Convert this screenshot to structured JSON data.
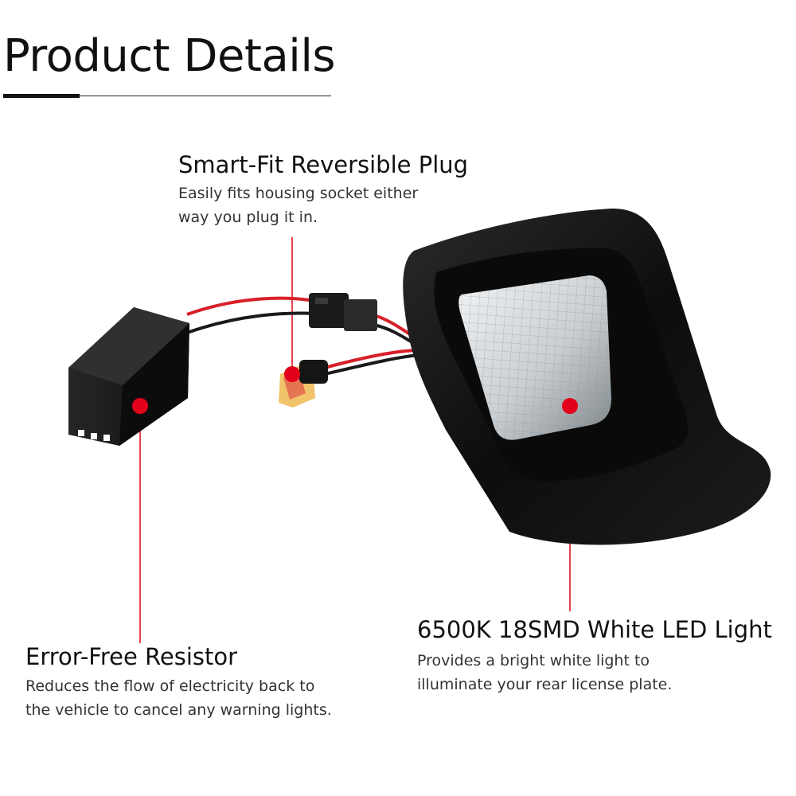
{
  "header": {
    "title": "Product Details"
  },
  "callouts": {
    "plug": {
      "title": "Smart-Fit Reversible Plug",
      "description_lines": [
        "Easily fits housing socket either",
        "way you plug it in."
      ]
    },
    "led": {
      "title": "6500K 18SMD White LED Light",
      "description_lines": [
        "Provides a bright white light to",
        "illuminate your rear license plate."
      ]
    },
    "resistor": {
      "title": "Error-Free Resistor",
      "description_lines": [
        "Reduces the flow of electricity back to",
        "the vehicle to cancel any warning lights."
      ]
    }
  },
  "colors": {
    "marker": "#e3001b",
    "leader_line": "#e3001b",
    "housing": "#141414",
    "lens": "#d9dde0",
    "wire_red": "#d8202a",
    "wire_black": "#1a1a1a"
  }
}
